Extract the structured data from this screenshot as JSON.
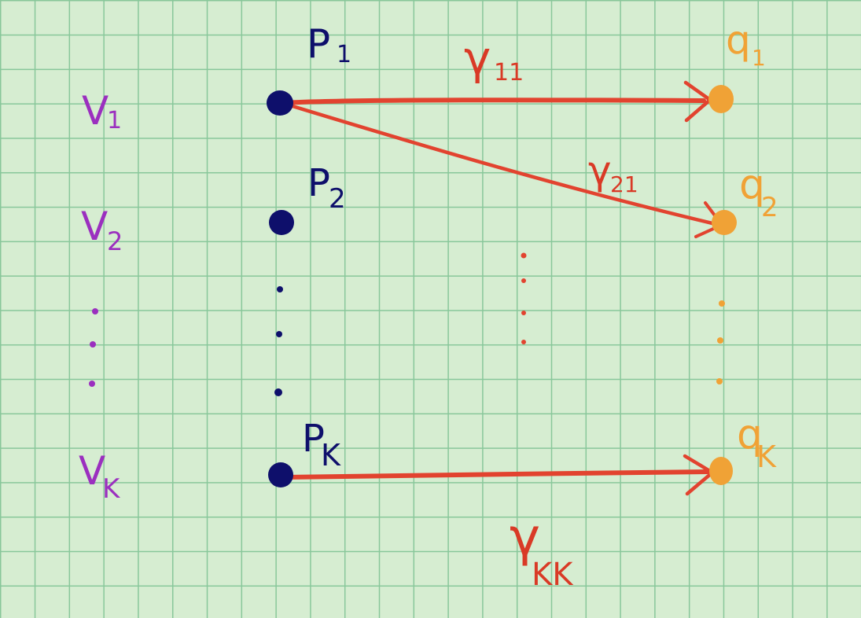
{
  "colors": {
    "grid": "#88c79a",
    "background": "#d6edd1",
    "v_label": "#9b2fbf",
    "p_point": "#0e0f6b",
    "q_point": "#f0a236",
    "arrow": "#e2432f",
    "gamma_label": "#d93a26"
  },
  "left_labels": [
    {
      "id": "v1",
      "base": "V",
      "sub": "1"
    },
    {
      "id": "v2",
      "base": "V",
      "sub": "2"
    },
    {
      "id": "vk",
      "base": "V",
      "sub": "K"
    }
  ],
  "p_labels": [
    {
      "id": "p1",
      "base": "P",
      "sub": "1"
    },
    {
      "id": "p2",
      "base": "P",
      "sub": "2"
    },
    {
      "id": "pk",
      "base": "P",
      "sub": "K"
    }
  ],
  "q_labels": [
    {
      "id": "q1",
      "base": "q",
      "sub": "1"
    },
    {
      "id": "q2",
      "base": "q",
      "sub": "2"
    },
    {
      "id": "qk",
      "base": "q",
      "sub": "K"
    }
  ],
  "gamma_labels": [
    {
      "id": "g11",
      "base": "γ",
      "sub": "11"
    },
    {
      "id": "g21",
      "base": "γ",
      "sub": "21"
    },
    {
      "id": "gkk",
      "base": "γ",
      "sub": "KK"
    }
  ]
}
